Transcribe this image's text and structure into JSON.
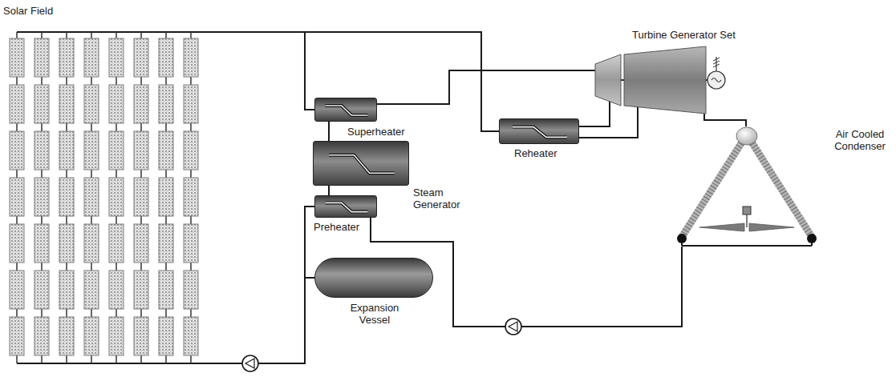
{
  "diagram": {
    "nodes": [
      {
        "text": [
          "Solar Field"
        ]
      },
      {
        "text": [
          "Superheater"
        ]
      },
      {
        "text": [
          "Steam Generator"
        ]
      },
      {
        "text": [
          "Preheater"
        ]
      },
      {
        "text": [
          "Reheater"
        ]
      },
      {
        "text": [
          "Turbine Generator Set"
        ]
      },
      {
        "text": [
          "Air Cooled Condenser"
        ]
      },
      {
        "text": [
          "Expansion Vessel"
        ]
      }
    ],
    "edges": [
      {
        "from": 0,
        "to": 1,
        "arrow": "none"
      },
      {
        "from": 1,
        "to": 2,
        "arrow": "none"
      },
      {
        "from": 2,
        "to": 3,
        "arrow": "none"
      },
      {
        "from": 3,
        "to": 0,
        "arrow": "none"
      },
      {
        "from": 0,
        "to": 4,
        "arrow": "none"
      },
      {
        "from": 1,
        "to": 5,
        "arrow": "none"
      },
      {
        "from": 5,
        "to": 4,
        "arrow": "none"
      },
      {
        "from": 4,
        "to": 5,
        "arrow": "none"
      },
      {
        "from": 5,
        "to": 6,
        "arrow": "none"
      },
      {
        "from": 6,
        "to": 3,
        "arrow": "none"
      },
      {
        "from": 7,
        "to": 0,
        "arrow": "none"
      }
    ]
  }
}
